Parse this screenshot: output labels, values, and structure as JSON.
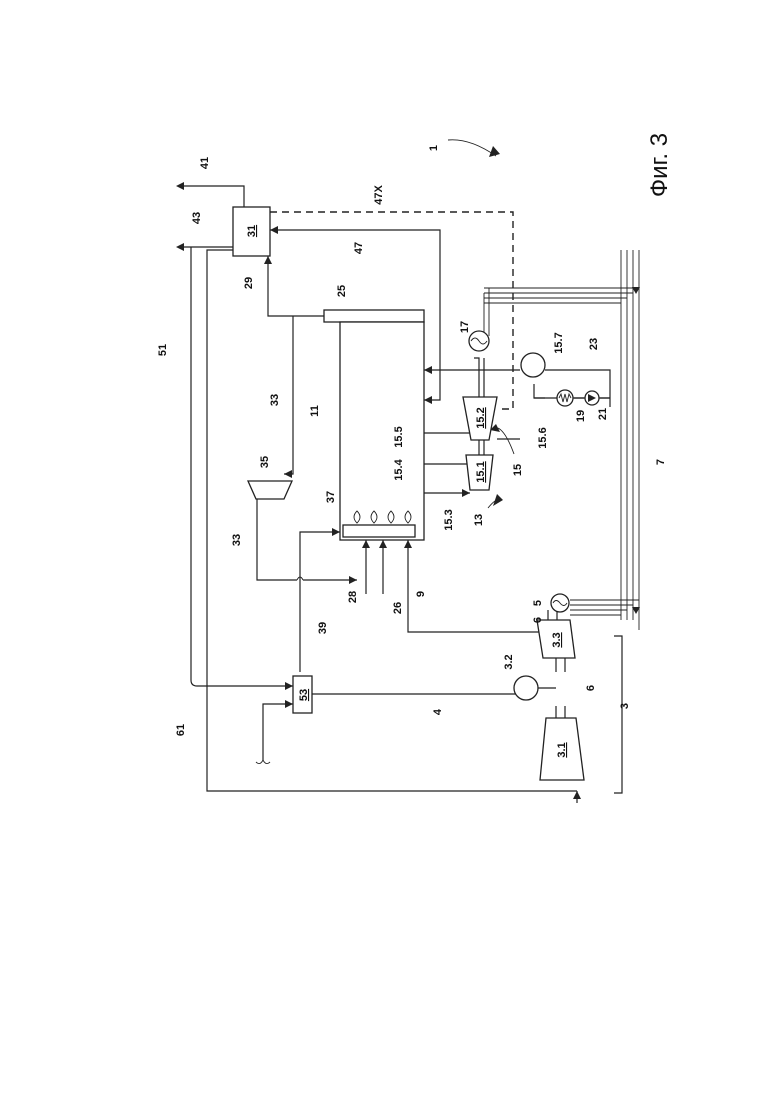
{
  "figure": {
    "caption": "Фиг. 3",
    "ref_1": "1",
    "ref_3": "3",
    "ref_7": "7",
    "ref_13": "13",
    "ref_15": "15"
  },
  "components": {
    "c_31": "31",
    "c_53": "53",
    "c_3_1": "3.1",
    "c_3_3": "3.3",
    "c_15_1": "15.1",
    "c_15_2": "15.2"
  },
  "labels": {
    "l41": "41",
    "l43": "43",
    "l47x": "47X",
    "l47": "47",
    "l29": "29",
    "l25": "25",
    "l51": "51",
    "l33a": "33",
    "l33b": "33",
    "l11": "11",
    "l35": "35",
    "l37": "37",
    "l17": "17",
    "l15_7": "15.7",
    "l23": "23",
    "l15_5": "15.5",
    "l15_4": "15.4",
    "l15_3": "15.3",
    "l15_6": "15.6",
    "l19": "19",
    "l21": "21",
    "l28": "28",
    "l26": "26",
    "l9": "9",
    "l39": "39",
    "l5": "5",
    "l6a": "6",
    "l6b": "6",
    "l3_2": "3.2",
    "l4": "4",
    "l61": "61"
  }
}
